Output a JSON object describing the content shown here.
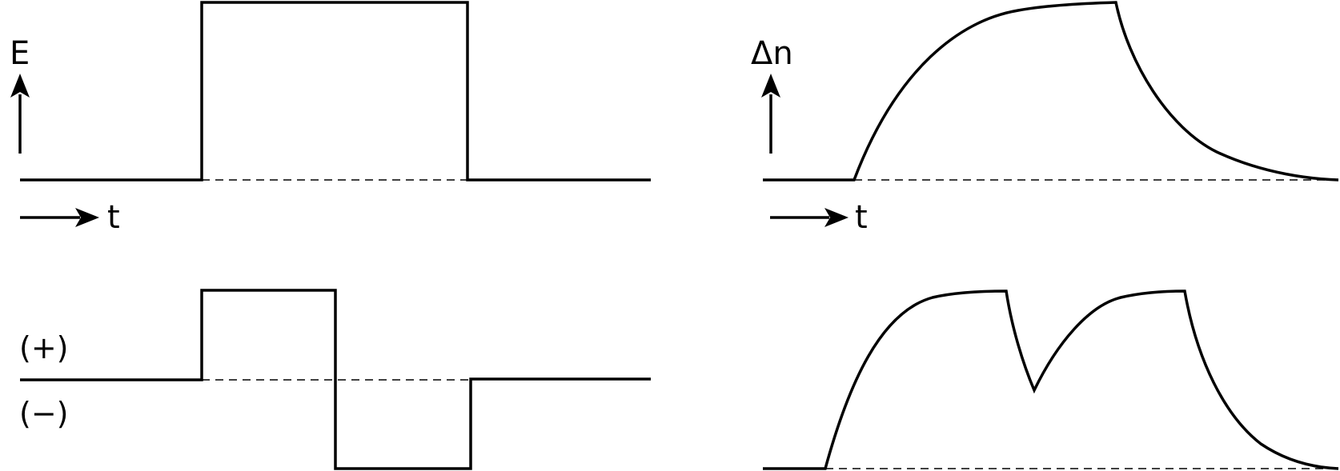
{
  "colors": {
    "line": "#000000",
    "background": "#ffffff"
  },
  "labels": {
    "field_axis": "E",
    "birefringence_axis": "Δn",
    "time_left": "t",
    "time_right": "t",
    "positive": "(+)",
    "negative": "(−)"
  },
  "icons": {
    "vertical_arrow": "arrow-up-icon",
    "horizontal_arrow": "arrow-right-icon"
  }
}
